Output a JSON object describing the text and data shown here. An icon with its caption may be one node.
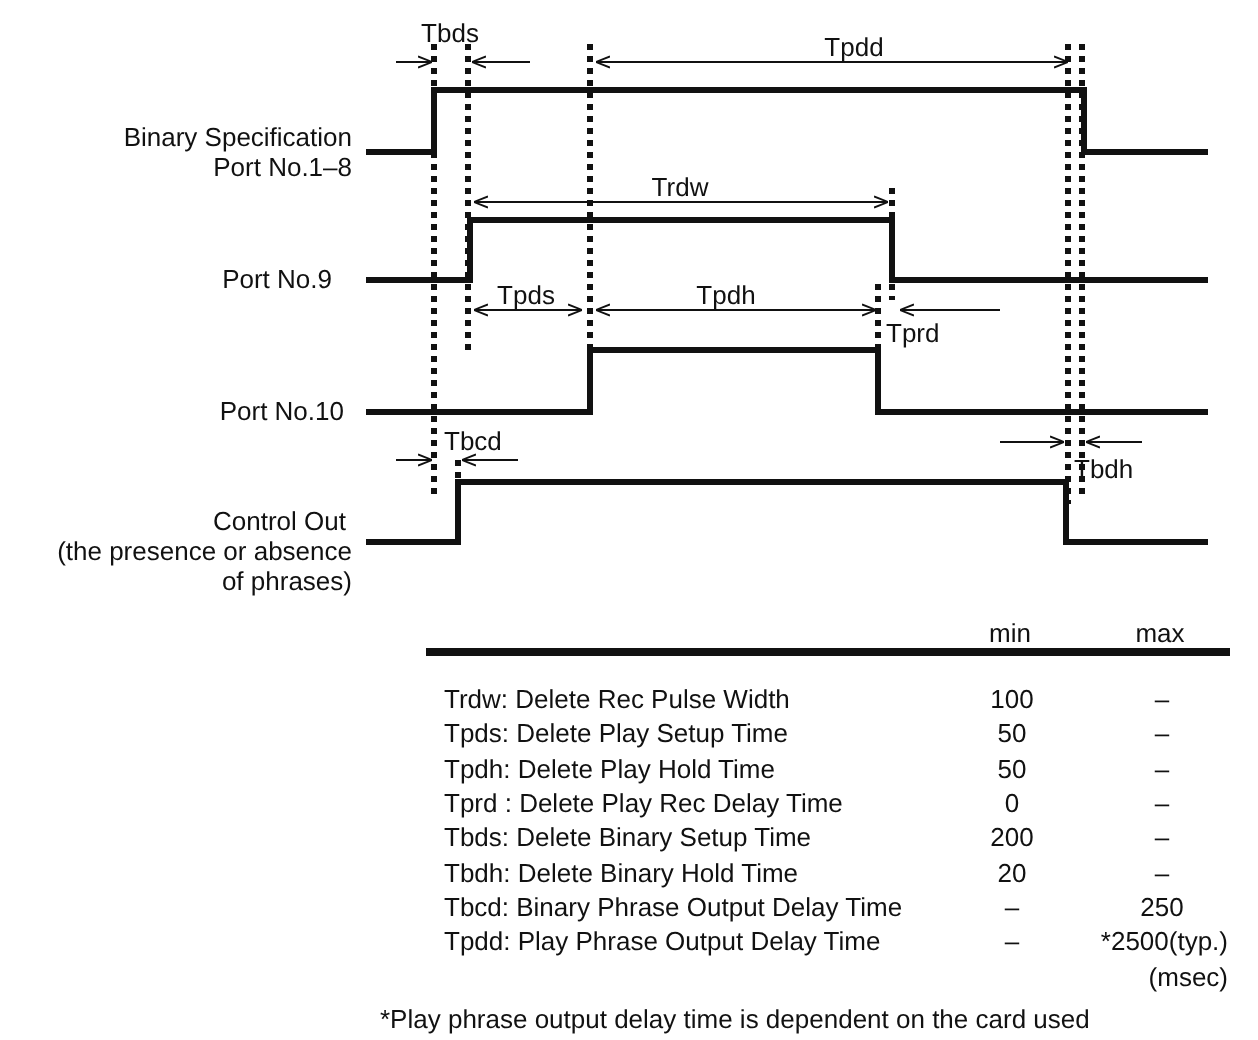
{
  "diagram": {
    "labels": [
      "Tbds",
      "Tpdd",
      "Binary Specification Port No.1–8",
      "Trdw",
      "Port No.9",
      "Tpds",
      "Tpdh",
      "Tprd",
      "Port No.10",
      "Tbcd",
      "Tbdh",
      "Control Out",
      "(the presence or absence of phrases)",
      "min",
      "max",
      "Trdw: Delete Rec Pulse Width",
      "100",
      "–",
      "Tpds: Delete Play Setup Time",
      "50",
      "–",
      "Tpdh: Delete Play Hold Time",
      "50",
      "–",
      "Tprd : Delete Play Rec Delay Time",
      "0",
      "–",
      "Tbds: Delete Binary Setup Time",
      "200",
      "–",
      "Tbdh: Delete Binary Hold Time",
      "20",
      "–",
      "Tbcd: Binary Phrase Output Delay Time",
      "–",
      "250",
      "Tpdd: Play Phrase Output Delay Time",
      "–",
      "*2500(typ.)",
      "(msec)",
      "*Play phrase output delay time is dependent on the card used"
    ]
  }
}
